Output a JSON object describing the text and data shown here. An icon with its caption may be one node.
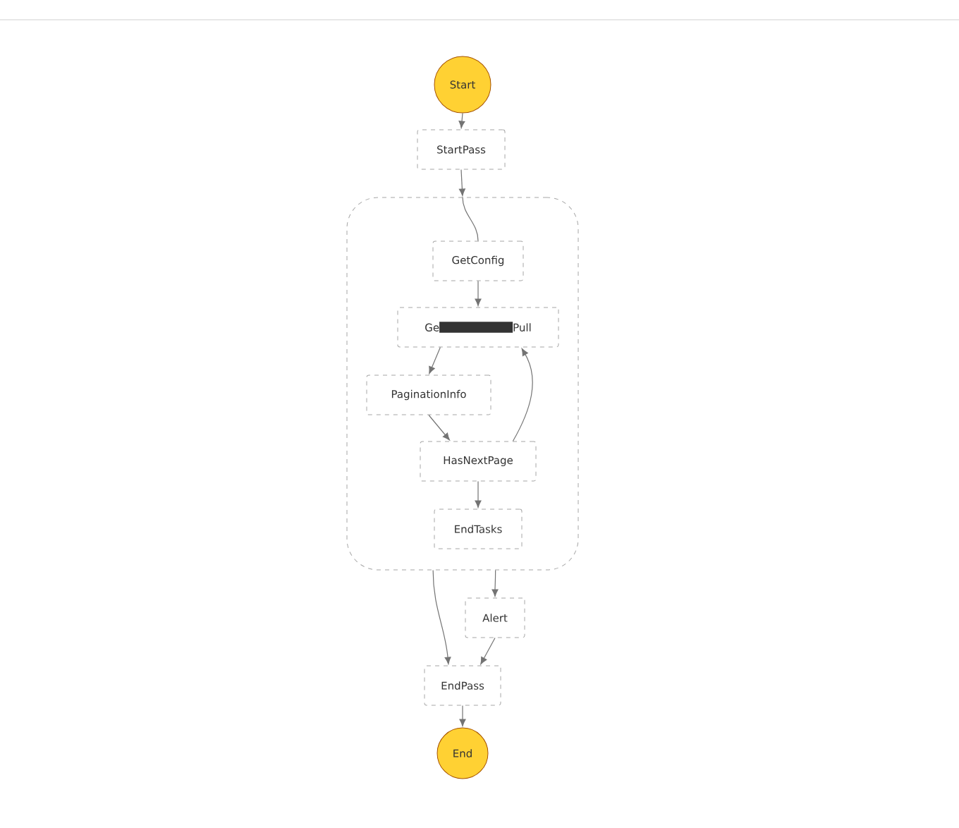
{
  "diagram": {
    "nodes": [
      {
        "text": [
          "Start"
        ]
      },
      {
        "text": [
          "StartPass"
        ]
      },
      {
        "text": [],
        "shape": "box"
      },
      {
        "text": [
          "GetConfig"
        ],
        "in": 2
      },
      {
        "text": [
          "Ge",
          "Pull"
        ],
        "in": 2
      },
      {
        "text": [
          "PaginationInfo"
        ],
        "in": 2
      },
      {
        "text": [
          "HasNextPage"
        ],
        "in": 2
      },
      {
        "text": [
          "EndTasks"
        ],
        "in": 2
      },
      {
        "text": [
          "Alert"
        ]
      },
      {
        "text": [
          "EndPass"
        ]
      },
      {
        "text": [
          "End"
        ]
      }
    ],
    "edges": [
      {
        "from": 0,
        "to": 1,
        "arrow": "to"
      },
      {
        "from": 1,
        "to": 2,
        "arrow": "to"
      },
      {
        "from": 2,
        "to": 3,
        "arrow": "none"
      },
      {
        "from": 3,
        "to": 4,
        "arrow": "to"
      },
      {
        "from": 4,
        "to": 5,
        "arrow": "to"
      },
      {
        "from": 5,
        "to": 6,
        "arrow": "to"
      },
      {
        "from": 6,
        "to": 4,
        "arrow": "to"
      },
      {
        "from": 6,
        "to": 7,
        "arrow": "to"
      },
      {
        "from": 2,
        "to": 9,
        "arrow": "to"
      },
      {
        "from": 2,
        "to": 8,
        "arrow": "to"
      },
      {
        "from": 8,
        "to": 9,
        "arrow": "to"
      },
      {
        "from": 9,
        "to": 10,
        "arrow": "to"
      }
    ]
  }
}
